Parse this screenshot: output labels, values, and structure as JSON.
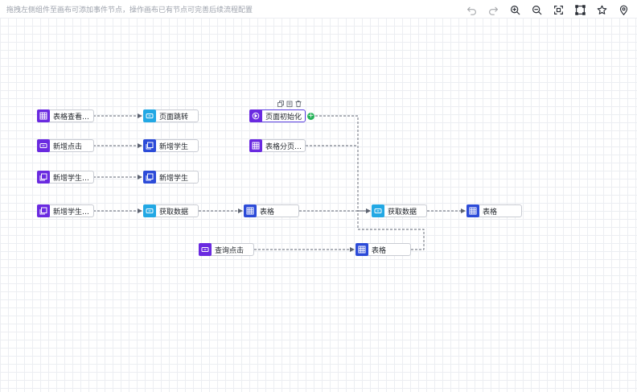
{
  "hint": "拖拽左侧组件至画布可添加事件节点，操作画布已有节点可完善后续流程配置",
  "toolbar": {
    "tools": [
      {
        "name": "undo-icon",
        "disabled": true
      },
      {
        "name": "redo-icon",
        "disabled": true
      },
      {
        "name": "zoom-in-icon",
        "disabled": false
      },
      {
        "name": "zoom-out-icon",
        "disabled": false
      },
      {
        "name": "fit-view-icon",
        "disabled": false
      },
      {
        "name": "auto-layout-icon",
        "disabled": false
      },
      {
        "name": "minimap-icon",
        "disabled": false
      },
      {
        "name": "locate-icon",
        "disabled": false
      }
    ]
  },
  "colors": {
    "purple": "#6a2ae0",
    "blue": "#2c4bd8",
    "cyan": "#22a8e4",
    "edge": "#5d6370",
    "add": "#27b35a"
  },
  "nodes": {
    "n1": {
      "label": "表格查看…",
      "icon": "table-icon",
      "color": "purple"
    },
    "n2": {
      "label": "页面跳转",
      "icon": "link-icon",
      "color": "cyan"
    },
    "n3": {
      "label": "页面初始化",
      "icon": "init-icon",
      "color": "purple"
    },
    "n4": {
      "label": "新增点击",
      "icon": "button-icon",
      "color": "purple"
    },
    "n5": {
      "label": "新增学生",
      "icon": "dialog-icon",
      "color": "blue"
    },
    "n6": {
      "label": "表格分页…",
      "icon": "table-icon",
      "color": "purple"
    },
    "n7": {
      "label": "新增学生…",
      "icon": "dialog-icon",
      "color": "purple"
    },
    "n8": {
      "label": "新增学生",
      "icon": "dialog-icon",
      "color": "blue"
    },
    "n9": {
      "label": "新增学生…",
      "icon": "dialog-icon",
      "color": "purple"
    },
    "n10": {
      "label": "获取数据",
      "icon": "link-icon",
      "color": "cyan"
    },
    "n11": {
      "label": "表格",
      "icon": "table-icon",
      "color": "blue"
    },
    "n12": {
      "label": "获取数据",
      "icon": "link-icon",
      "color": "cyan"
    },
    "n13": {
      "label": "表格",
      "icon": "table-icon",
      "color": "blue"
    },
    "n14": {
      "label": "查询点击",
      "icon": "button-icon",
      "color": "purple"
    },
    "n15": {
      "label": "表格",
      "icon": "table-icon",
      "color": "blue"
    }
  },
  "selected_node_tools": [
    "copy-icon",
    "paste-icon",
    "delete-icon"
  ]
}
